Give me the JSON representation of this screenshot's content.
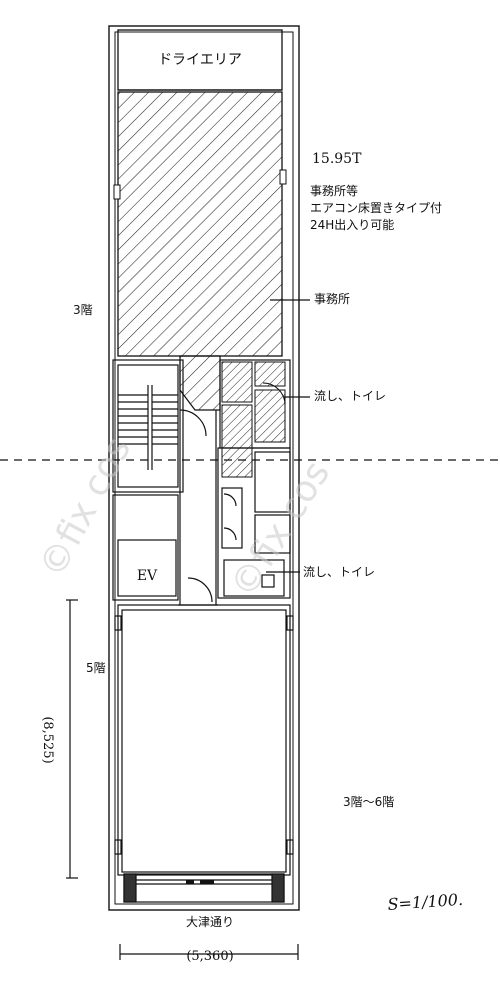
{
  "labels": {
    "dry_area": "ドライエリア",
    "area": "15.95T",
    "note_line1": "事務所等",
    "note_line2": "エアコン床置きタイプ付",
    "note_line3": "24H出入り可能",
    "office": "事務所",
    "sink_toilet_upper": "流し、トイレ",
    "sink_toilet_lower": "流し、トイレ",
    "floor_3": "3階",
    "floor_5": "5階",
    "ev": "EV",
    "floors_range": "3階～6階",
    "street": "大津通り",
    "depth_dim": "(8,525)",
    "width_dim": "(5,360)",
    "scale": "S=1/100."
  },
  "watermark": "©fix cos"
}
